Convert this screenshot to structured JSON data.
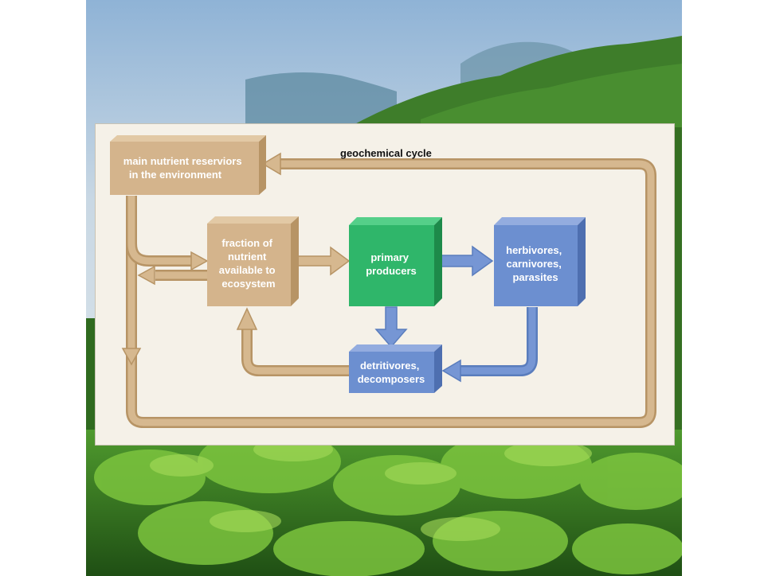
{
  "colors": {
    "nutrient": "#d4b48c",
    "producer": "#2fb66a",
    "consumer": "#6c8fd0",
    "panel": "#f5f1e8"
  },
  "background": {
    "description_icon": "cloud-forest-photo"
  },
  "diagram": {
    "cycle_label": "geochemical cycle",
    "boxes": {
      "reservoir": [
        "main nutrient reserviors",
        "in the environment"
      ],
      "fraction": [
        "fraction of",
        "nutrient",
        "available to",
        "ecosystem"
      ],
      "producers": [
        "primary",
        "producers"
      ],
      "consumers": [
        "herbivores,",
        "carnivores,",
        "parasites"
      ],
      "detritivores": [
        "detritivores,",
        "decomposers"
      ]
    }
  }
}
